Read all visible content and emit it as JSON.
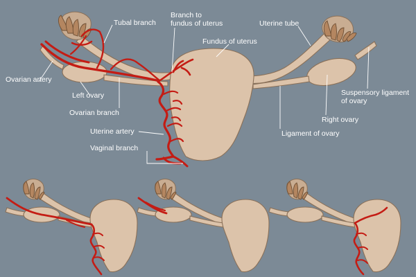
{
  "labels": {
    "tubal_branch": "Tubal branch",
    "branch_to_fundus_line1": "Branch to",
    "branch_to_fundus_line2": "fundus of uterus",
    "uterine_tube": "Uterine tube",
    "fundus_of_uterus": "Fundus of uterus",
    "ovarian_artery": "Ovarian artery",
    "left_ovary": "Left ovary",
    "ovarian_branch": "Ovarian branch",
    "uterine_artery": "Uterine artery",
    "vaginal_branch": "Vaginal branch",
    "ligament_of_ovary": "Ligament of ovary",
    "right_ovary": "Right ovary",
    "suspensory_ligament_line1": "Suspensory ligament",
    "suspensory_ligament_line2": "of ovary"
  },
  "colors": {
    "background": "#7c8a96",
    "tissue": "#dcc3aa",
    "fimbriae": "#b48660",
    "artery": "#c41c14",
    "label_text": "#ffffff"
  }
}
